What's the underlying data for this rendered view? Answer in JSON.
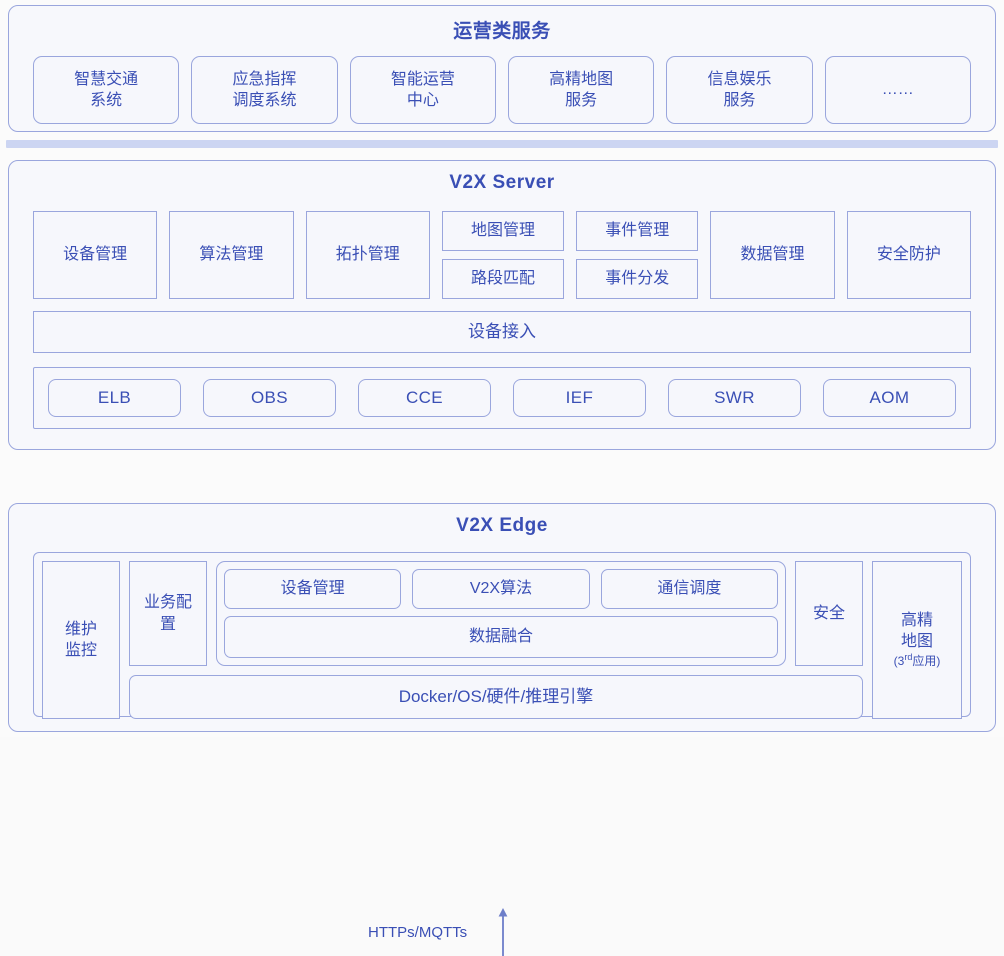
{
  "sections": {
    "ops": {
      "title": "运营类服务",
      "items": [
        {
          "label": "智慧交通\n系统"
        },
        {
          "label": "应急指挥\n调度系统"
        },
        {
          "label": "智能运营\n中心"
        },
        {
          "label": "高精地图\n服务"
        },
        {
          "label": "信息娱乐\n服务"
        },
        {
          "label": "……"
        }
      ]
    },
    "server": {
      "title": "V2X Server",
      "modules": [
        {
          "type": "single",
          "label": "设备管理"
        },
        {
          "type": "single",
          "label": "算法管理"
        },
        {
          "type": "single",
          "label": "拓扑管理"
        },
        {
          "type": "stack",
          "labels": [
            "地图管理",
            "路段匹配"
          ]
        },
        {
          "type": "stack",
          "labels": [
            "事件管理",
            "事件分发"
          ]
        },
        {
          "type": "single",
          "label": "数据管理"
        },
        {
          "type": "single",
          "label": "安全防护"
        }
      ],
      "access_label": "设备接入",
      "cloud_services": [
        "ELB",
        "OBS",
        "CCE",
        "IEF",
        "SWR",
        "AOM"
      ]
    },
    "connector": {
      "label": "HTTPs/MQTTs",
      "direction": "up",
      "icon": "arrow-up-icon"
    },
    "edge": {
      "title": "V2X Edge",
      "maintenance_label": "维护\n监控",
      "config_label": "业务配\n置",
      "center_top": [
        "设备管理",
        "V2X算法",
        "通信调度"
      ],
      "fusion_label": "数据融合",
      "security_label": "安全",
      "hdmap_label": "高精\n地图",
      "hdmap_note_prefix": "(3",
      "hdmap_note_sup": "rd",
      "hdmap_note_suffix": "应用)",
      "platform_label": "Docker/OS/硬件/推理引擎"
    }
  },
  "colors": {
    "accent": "#3a4fb5",
    "border": "#9aa6dd",
    "panel_fill": "#f7f8fc",
    "divider": "#ccd5f2",
    "page_bg": "#fbfbfb"
  }
}
